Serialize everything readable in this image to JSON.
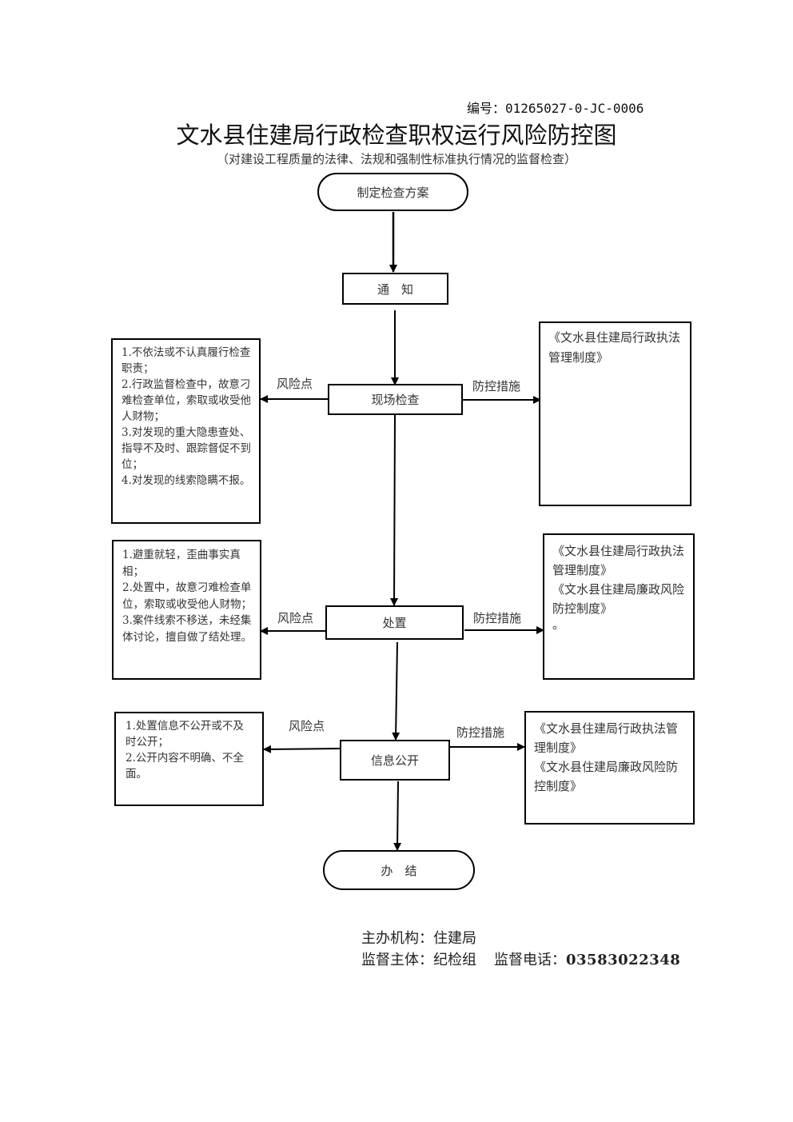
{
  "header": {
    "doc_number": "编号：01265027-0-JC-0006",
    "title": "文水县住建局行政检查职权运行风险防控图",
    "subtitle": "（对建设工程质量的法律、法规和强制性标准执行情况的监督检查）"
  },
  "flow": {
    "steps": [
      {
        "id": "start",
        "label": "制定检查方案",
        "shape": "terminator"
      },
      {
        "id": "notify",
        "label": "通　知",
        "shape": "process"
      },
      {
        "id": "inspect",
        "label": "现场检查",
        "shape": "process"
      },
      {
        "id": "handle",
        "label": "处置",
        "shape": "process"
      },
      {
        "id": "publish",
        "label": "信息公开",
        "shape": "process"
      },
      {
        "id": "end",
        "label": "办　结",
        "shape": "terminator"
      }
    ],
    "risk_label": "风险点",
    "control_label": "防控措施",
    "risks": {
      "inspect": [
        "1.不依法或不认真履行检查职责；",
        "2.行政监督检查中，故意刁难检查单位，索取或收受他人财物；",
        "3.对发现的重大隐患查处、指导不及时、跟踪督促不到位；",
        "4.对发现的线索隐瞒不报。"
      ],
      "handle": [
        "1.避重就轻，歪曲事实真相；",
        "2.处置中，故意刁难检查单位，索取或收受他人财物；",
        "3.案件线索不移送，未经集体讨论，擅自做了结处理。"
      ],
      "publish": [
        "1.处置信息不公开或不及时公开；",
        "2.公开内容不明确、不全面。"
      ]
    },
    "controls": {
      "inspect": [
        "《文水县住建局行政执法管理制度》"
      ],
      "handle": [
        "《文水县住建局行政执法管理制度》",
        "《文水县住建局廉政风险防控制度》",
        "。"
      ],
      "publish": [
        "《文水县住建局行政执法管理制度》",
        "《文水县住建局廉政风险防控制度》"
      ]
    }
  },
  "footer": {
    "organizer_label": "主办机构：",
    "organizer": "住建局",
    "supervisor_label": "监督主体：",
    "supervisor": "纪检组",
    "phone_label": "监督电话：",
    "phone": "03583022348"
  }
}
